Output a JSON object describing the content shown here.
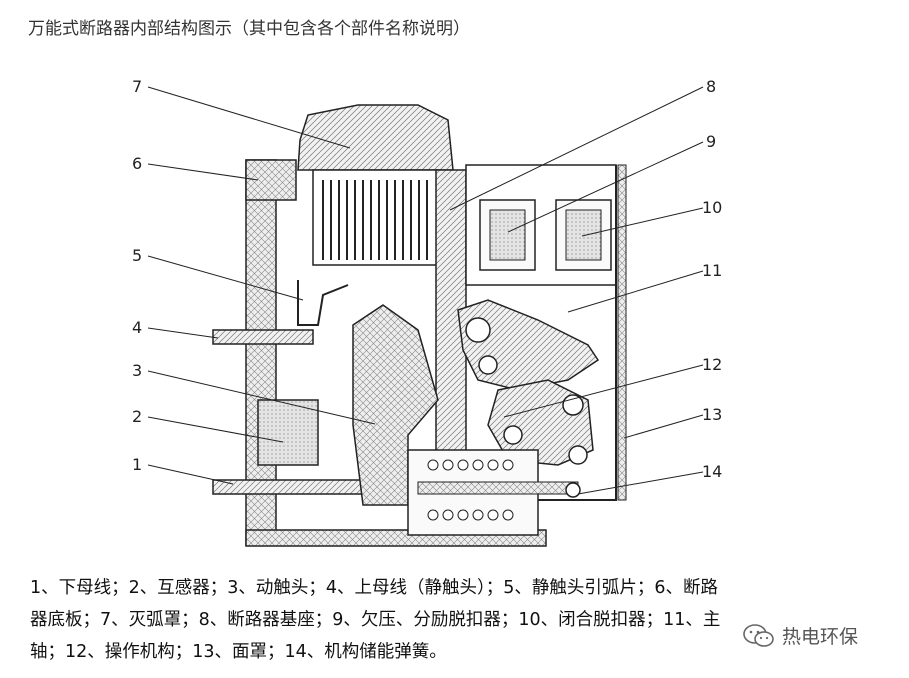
{
  "title": "万能式断路器内部结构图示（其中包含各个部件名称说明）",
  "diagram": {
    "callouts": [
      {
        "n": "1"
      },
      {
        "n": "2"
      },
      {
        "n": "3"
      },
      {
        "n": "4"
      },
      {
        "n": "5"
      },
      {
        "n": "6"
      },
      {
        "n": "7"
      },
      {
        "n": "8"
      },
      {
        "n": "9"
      },
      {
        "n": "10"
      },
      {
        "n": "11"
      },
      {
        "n": "12"
      },
      {
        "n": "13"
      },
      {
        "n": "14"
      }
    ]
  },
  "caption": {
    "line1": "1、下母线；2、互感器；3、动触头；4、上母线（静触头）；5、静触头引弧片；6、断路",
    "line2": "器底板；7、灭弧罩；8、断路器基座；9、欠压、分励脱扣器；10、闭合脱扣器；11、主",
    "line3": "轴；12、操作机构；13、面罩；14、机构储能弹簧。"
  },
  "watermark": {
    "text": "热电环保",
    "icon": "wechat-icon"
  }
}
